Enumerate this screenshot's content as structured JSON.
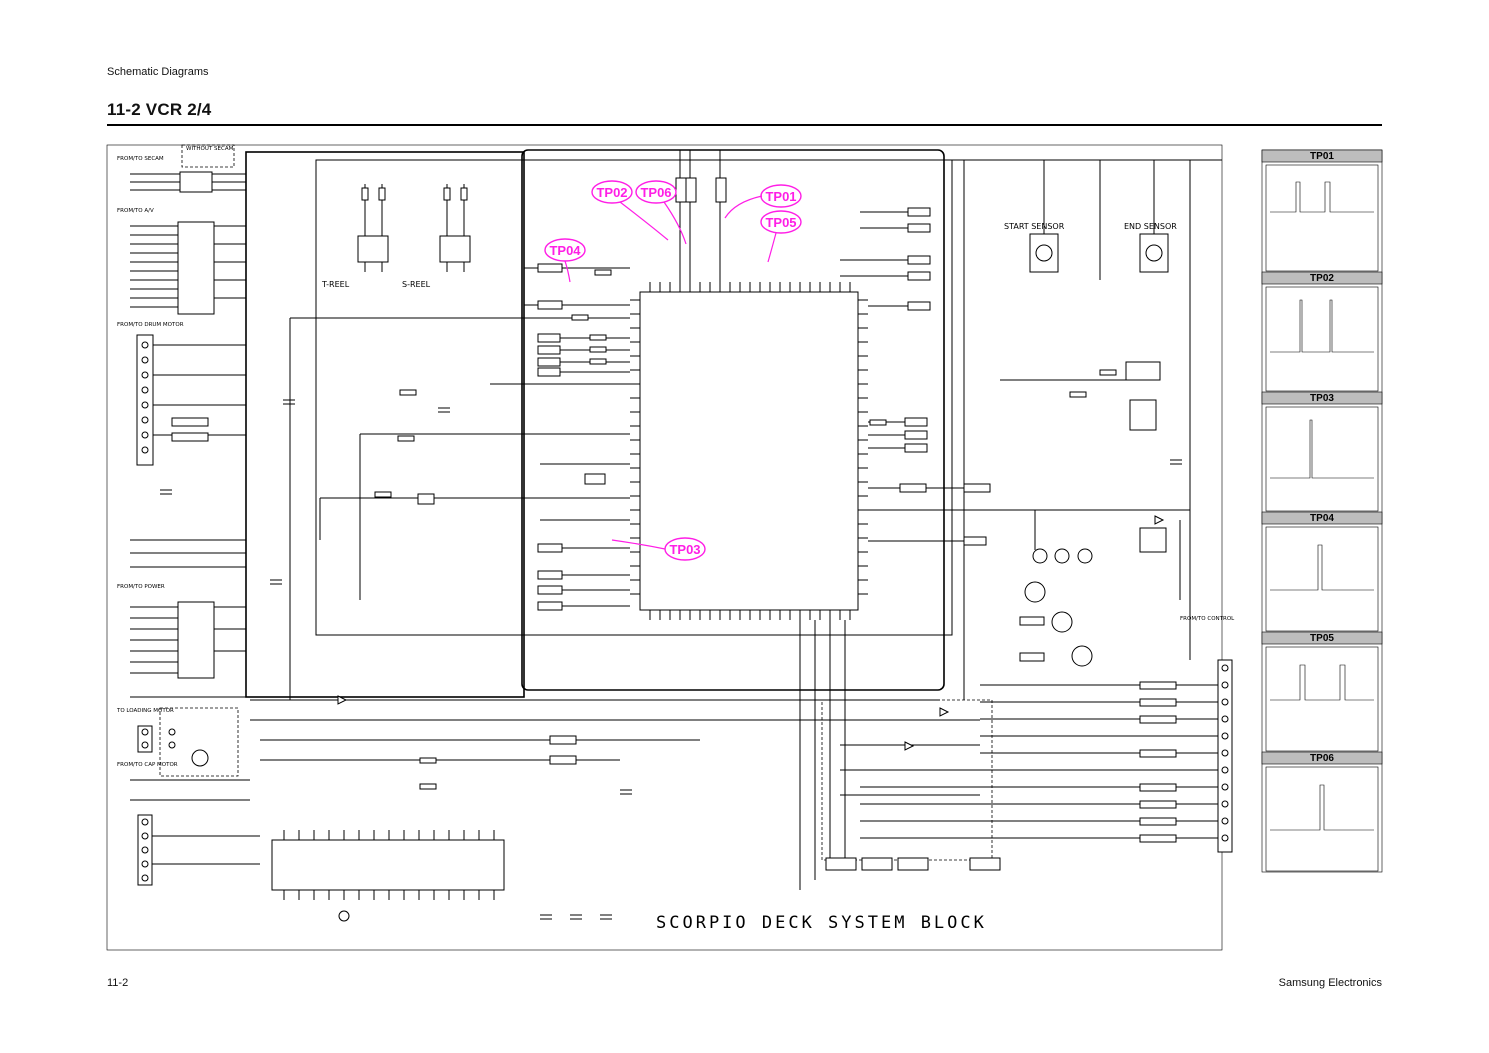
{
  "header": {
    "section": "Schematic Diagrams",
    "title": "11-2 VCR 2/4"
  },
  "footer": {
    "page": "11-2",
    "brand": "Samsung Electronics"
  },
  "diagram": {
    "block_title": "SCORPIO DECK SYSTEM BLOCK",
    "labels": {
      "secam": "FROM/TO SECAM",
      "av": "FROM/TO A/V",
      "drum": "FROM/TO DRUM MOTOR",
      "power": "FROM/TO POWER",
      "loading": "TO LOADING MOTOR",
      "cap": "FROM/TO CAP MOTOR",
      "control": "FROM/TO CONTROL",
      "treel": "T-REEL",
      "sreel": "S-REEL",
      "start": "START SENSOR",
      "end": "END SENSOR",
      "without_secam": "WITHOUT SECAM"
    },
    "test_points": [
      "TP01",
      "TP02",
      "TP03",
      "TP04",
      "TP05",
      "TP06"
    ],
    "panels": [
      "TP01",
      "TP02",
      "TP03",
      "TP04",
      "TP05",
      "TP06"
    ]
  },
  "colors": {
    "test_point": "#ff1ee6",
    "ink": "#000000",
    "panel_header": "#bdbdbd"
  }
}
